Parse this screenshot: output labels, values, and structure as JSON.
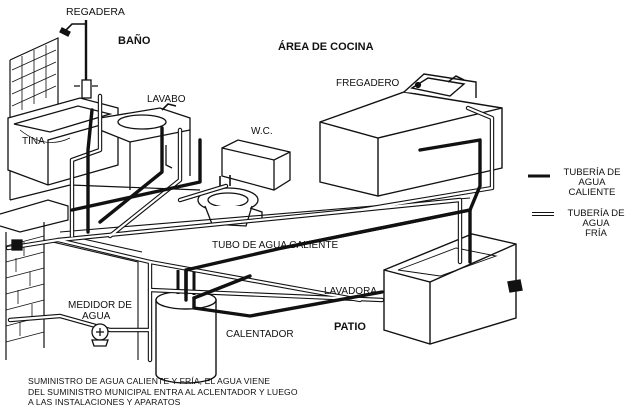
{
  "labels": {
    "regadera": "REGADERA",
    "bano": "BAÑO",
    "area_cocina": "ÁREA DE COCINA",
    "fregadero": "FREGADERO",
    "lavabo": "LAVABO",
    "wc": "W.C.",
    "tina": "TINA",
    "tubo_caliente": "TUBO DE AGUA CALIENTE",
    "lavadora": "LAVADORA",
    "medidor_1": "MEDIDOR DE",
    "medidor_2": "AGUA",
    "calentador": "CALENTADOR",
    "patio": "PATIO"
  },
  "legend": {
    "caliente": [
      "TUBERÍA DE",
      "AGUA",
      "CALIENTE"
    ],
    "fria": [
      "TUBERÍA DE",
      "AGUA",
      "FRÍA"
    ]
  },
  "caption": [
    "SUMINISTRO DE AGUA CALIENTE Y FRÍA, EL AGUA VIENE",
    "DEL SUMINISTRO MUNICIPAL ENTRA AL ACLENTADOR Y LUEGO",
    "A LAS INSTALACIONES Y APARATOS"
  ]
}
